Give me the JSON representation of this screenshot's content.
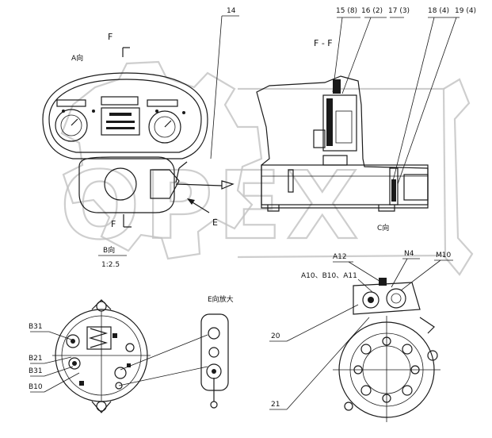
{
  "labels": {
    "top_F": "F",
    "view_A": "A向",
    "leader_14": "14",
    "section_FF": "F - F",
    "callout_15": "15 (8)",
    "callout_16": "16 (2)",
    "callout_17": "17 (3)",
    "callout_18": "18 (4)",
    "callout_19": "19 (4)",
    "dir_E": "E",
    "bottom_F": "F",
    "view_B": "B向",
    "scale_B": "1:2.5",
    "view_C": "C向",
    "view_E": "E向放大",
    "A12": "A12",
    "N4": "N4",
    "M10": "M10",
    "A10_B10_A11": "A10、B10、A11",
    "ref_20": "20",
    "ref_21": "21",
    "B31_top": "B31",
    "B21": "B21",
    "B31_bot": "B31",
    "B10": "B10"
  },
  "watermark": "OPEX",
  "colors": {
    "ink": "#1a1a1a",
    "watermark": "#c2c2c2",
    "background": "#ffffff"
  },
  "icons": [
    "instrument-cluster",
    "combination-switch",
    "section-view",
    "alternator-rear-view",
    "starter-motor-view",
    "connector-plug"
  ]
}
